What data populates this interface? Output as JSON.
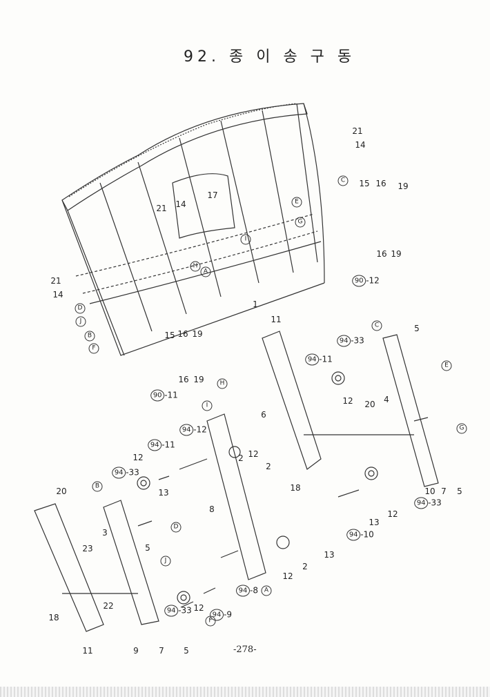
{
  "title": "92. 종 이 송 구 동",
  "page_number": "-278-",
  "part_numbers": [
    "21",
    "14",
    "15",
    "16",
    "19",
    "16",
    "19",
    "21",
    "14",
    "17",
    "1",
    "21",
    "14",
    "15",
    "16",
    "19",
    "16",
    "19",
    "11",
    "5",
    "12",
    "20",
    "4",
    "6",
    "12",
    "2",
    "2",
    "12",
    "13",
    "18",
    "10",
    "7",
    "5",
    "12",
    "13",
    "8",
    "20",
    "3",
    "5",
    "23",
    "13",
    "2",
    "12",
    "22",
    "12",
    "18",
    "11",
    "9",
    "7",
    "5"
  ],
  "reference_letters": [
    "C",
    "E",
    "G",
    "I",
    "H",
    "A",
    "D",
    "J",
    "B",
    "F",
    "C",
    "E",
    "G",
    "H",
    "I",
    "B",
    "D",
    "J",
    "A",
    "F"
  ],
  "assembly_callouts": [
    {
      "circle": "90",
      "suffix": "-12"
    },
    {
      "circle": "90",
      "suffix": "-11"
    },
    {
      "circle": "94",
      "suffix": "-33"
    },
    {
      "circle": "94",
      "suffix": "-11"
    },
    {
      "circle": "94",
      "suffix": "-12"
    },
    {
      "circle": "94",
      "suffix": "-11"
    },
    {
      "circle": "94",
      "suffix": "-33"
    },
    {
      "circle": "94",
      "suffix": "-33"
    },
    {
      "circle": "94",
      "suffix": "-10"
    },
    {
      "circle": "94",
      "suffix": "-8"
    },
    {
      "circle": "94",
      "suffix": "-33"
    },
    {
      "circle": "94",
      "suffix": "-9"
    }
  ]
}
